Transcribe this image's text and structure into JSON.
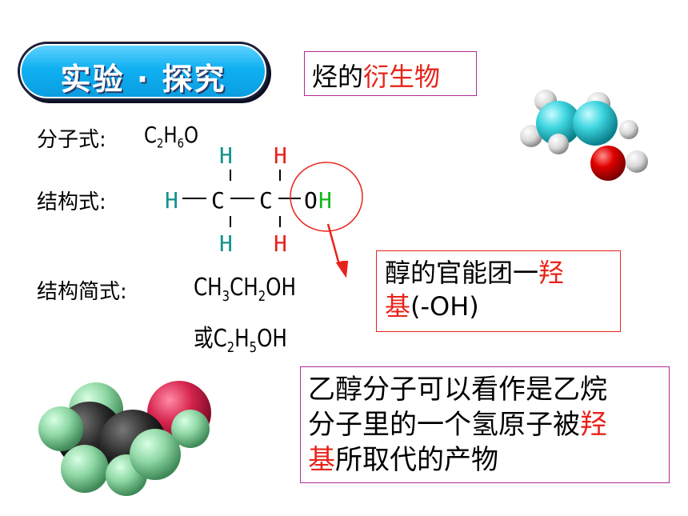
{
  "banner": {
    "title": "实验 · 探究"
  },
  "derivative_box": {
    "prefix": "烃的",
    "highlight": "衍生物"
  },
  "formulas": {
    "molecular_label": "分子式:",
    "molecular": {
      "c": "C",
      "c_sub": "2",
      "h": "H",
      "h_sub": "6",
      "o": "O"
    },
    "structural_label": "结构式:",
    "condensed_label": "结构简式:",
    "condensed_1": {
      "a": "CH",
      "a_sub": "3",
      "b": "CH",
      "b_sub": "2",
      "c": "OH"
    },
    "condensed_2": {
      "prefix": "或",
      "a": "C",
      "a_sub": "2",
      "b": "H",
      "b_sub": "5",
      "c": "OH"
    }
  },
  "structure": {
    "h": "H",
    "c": "C",
    "o": "O",
    "h_hydroxyl": "H"
  },
  "hydroxyl_box": {
    "line1_text": "醇的官能团一",
    "line1_red": "羟",
    "line2_red": "基",
    "line2_text": "(-OH)"
  },
  "ethane_box": {
    "line1": "乙醇分子可以看作是乙烷",
    "line2_text": "分子里的一个氢原子被",
    "line2_red": "羟",
    "line3_red": "基",
    "line3_text": "所取代的产物"
  },
  "colors": {
    "teal_h": "#12938c",
    "red_h": "#e8231a",
    "green_h": "#12b81a",
    "banner_blue": "#0fb0f2",
    "frame_purple": "#b0299a"
  }
}
